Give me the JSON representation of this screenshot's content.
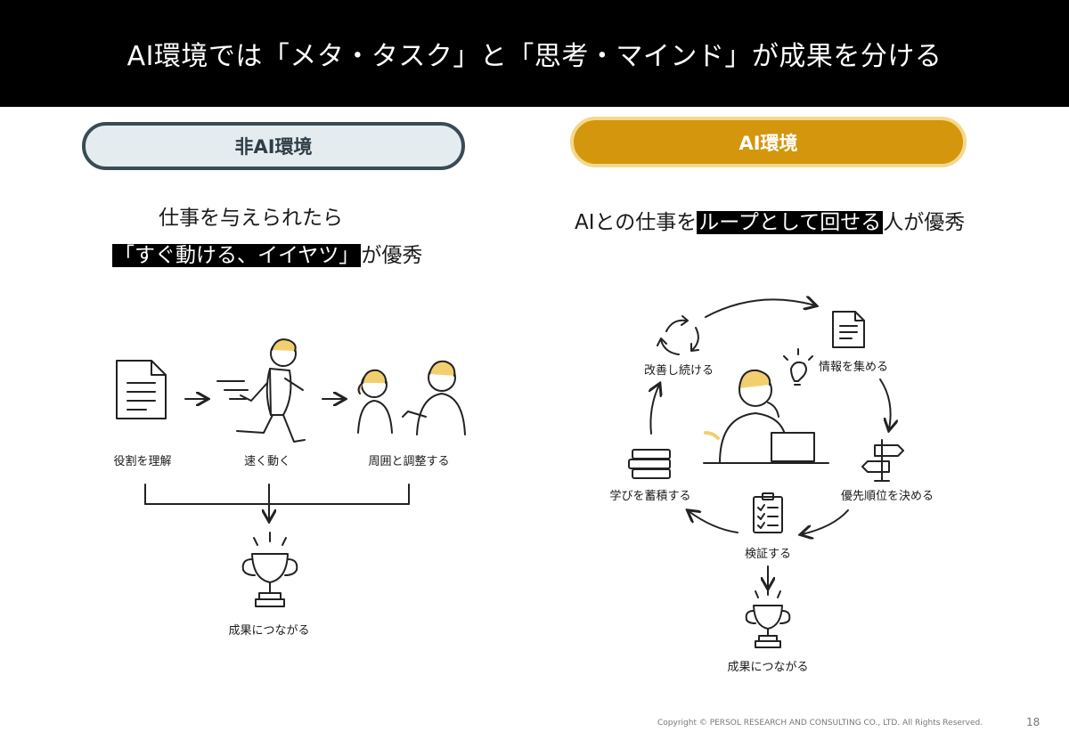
{
  "header": {
    "title": "AI環境では「メタ・タスク」と「思考・マインド」が成果を分ける"
  },
  "left": {
    "pill": "非AI環境",
    "line1": "仕事を与えられたら",
    "line2_highlight": "「すぐ動ける、イイヤツ」",
    "line2_rest": "が優秀",
    "steps": [
      "役割を理解",
      "速く動く",
      "周囲と調整する"
    ],
    "result": "成果につながる"
  },
  "right": {
    "pill": "AI環境",
    "line_pre": "AIとの仕事を",
    "line_highlight": "ループとして回せる",
    "line_post": "人が優秀",
    "cycle": {
      "gather": "情報を集める",
      "prioritize": "優先順位を決める",
      "verify": "検証する",
      "accumulate": "学びを蓄積する",
      "improve": "改善し続ける"
    },
    "result": "成果につながる"
  },
  "footer": {
    "copyright": "Copyright © PERSOL RESEARCH AND CONSULTING CO., LTD. All Rights Reserved.",
    "page": "18"
  },
  "colors": {
    "accent_gold": "#d4960d",
    "pill_border_dark": "#3a4b55",
    "figure_yellow": "#f2cf6e"
  }
}
